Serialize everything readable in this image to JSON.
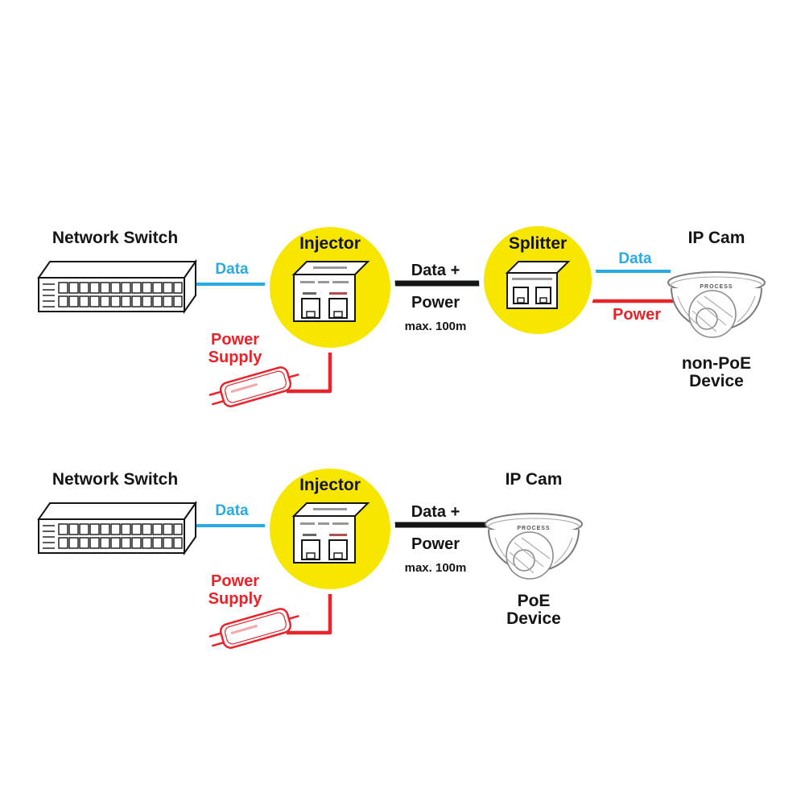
{
  "colors": {
    "yellow": "#f7e700",
    "blue": "#29abe2",
    "red": "#e8232a",
    "black": "#151515",
    "gray": "#7a7a7a"
  },
  "top_row": {
    "switch_label": "Network Switch",
    "data_label": "Data",
    "injector_label": "Injector",
    "link_label_line1": "Data +",
    "link_label_line2": "Power",
    "link_max": "max. 100m",
    "splitter_label": "Splitter",
    "out_data_label": "Data",
    "out_power_label": "Power",
    "camera_label": "IP Cam",
    "camera_brand": "PROCESS",
    "device_type_line1": "non-PoE",
    "device_type_line2": "Device",
    "psu_label_line1": "Power",
    "psu_label_line2": "Supply"
  },
  "bottom_row": {
    "switch_label": "Network Switch",
    "data_label": "Data",
    "injector_label": "Injector",
    "link_label_line1": "Data +",
    "link_label_line2": "Power",
    "link_max": "max. 100m",
    "camera_label": "IP Cam",
    "camera_brand": "PROCESS",
    "device_type_line1": "PoE",
    "device_type_line2": "Device",
    "psu_label_line1": "Power",
    "psu_label_line2": "Supply"
  }
}
